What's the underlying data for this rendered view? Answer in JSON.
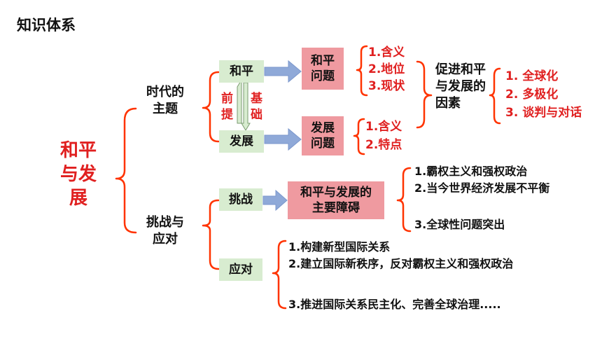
{
  "heading": "知识体系",
  "root": "和平与发展",
  "branch_era": "时代的主题",
  "branch_challenge": "挑战与应对",
  "box_peace": "和平",
  "box_dev": "发展",
  "link_left": "前提",
  "link_right": "基础",
  "box_peace_issue": "和平问题",
  "box_dev_issue": "发展问题",
  "peace_issue_items": [
    "1.含义",
    "2.地位",
    "3.现状"
  ],
  "dev_issue_items": [
    "1.含义",
    "2.特点"
  ],
  "factors_label": "促进和平与发展的因素",
  "factors_items": [
    "1. 全球化",
    "2. 多极化",
    "3. 谈判与对话"
  ],
  "box_challenge": "挑战",
  "box_obstacle": "和平与发展的主要障碍",
  "obstacle_items": [
    "1.霸权主义和强权政治",
    "2.当今世界经济发展不平衡",
    "3.全球性问题突出"
  ],
  "box_response": "应对",
  "response_items": [
    "1.构建新型国际关系",
    "2.建立国际新秩序，反对霸权主义和强权政治",
    "3.推进国际关系民主化、完善全球治理....."
  ],
  "colors": {
    "brace": "#ff3300",
    "accent_text": "#e02020",
    "box_green": "#d8ecd0",
    "box_pink": "#ef9aa0",
    "arrow": "#8fa9d8"
  }
}
